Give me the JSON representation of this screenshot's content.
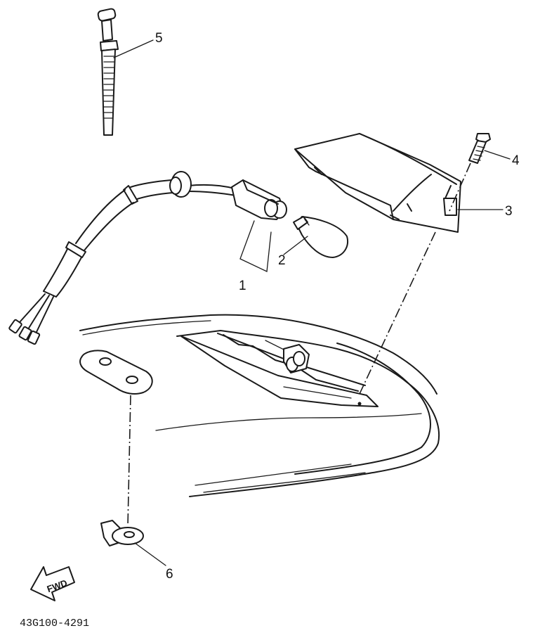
{
  "callouts": {
    "c1": "1",
    "c2": "2",
    "c3": "3",
    "c4": "4",
    "c5": "5",
    "c6": "6"
  },
  "fwd_label": "FWD",
  "diagram_code": "43G100-4291",
  "colors": {
    "line": "#1a1a1a",
    "background": "#ffffff"
  }
}
